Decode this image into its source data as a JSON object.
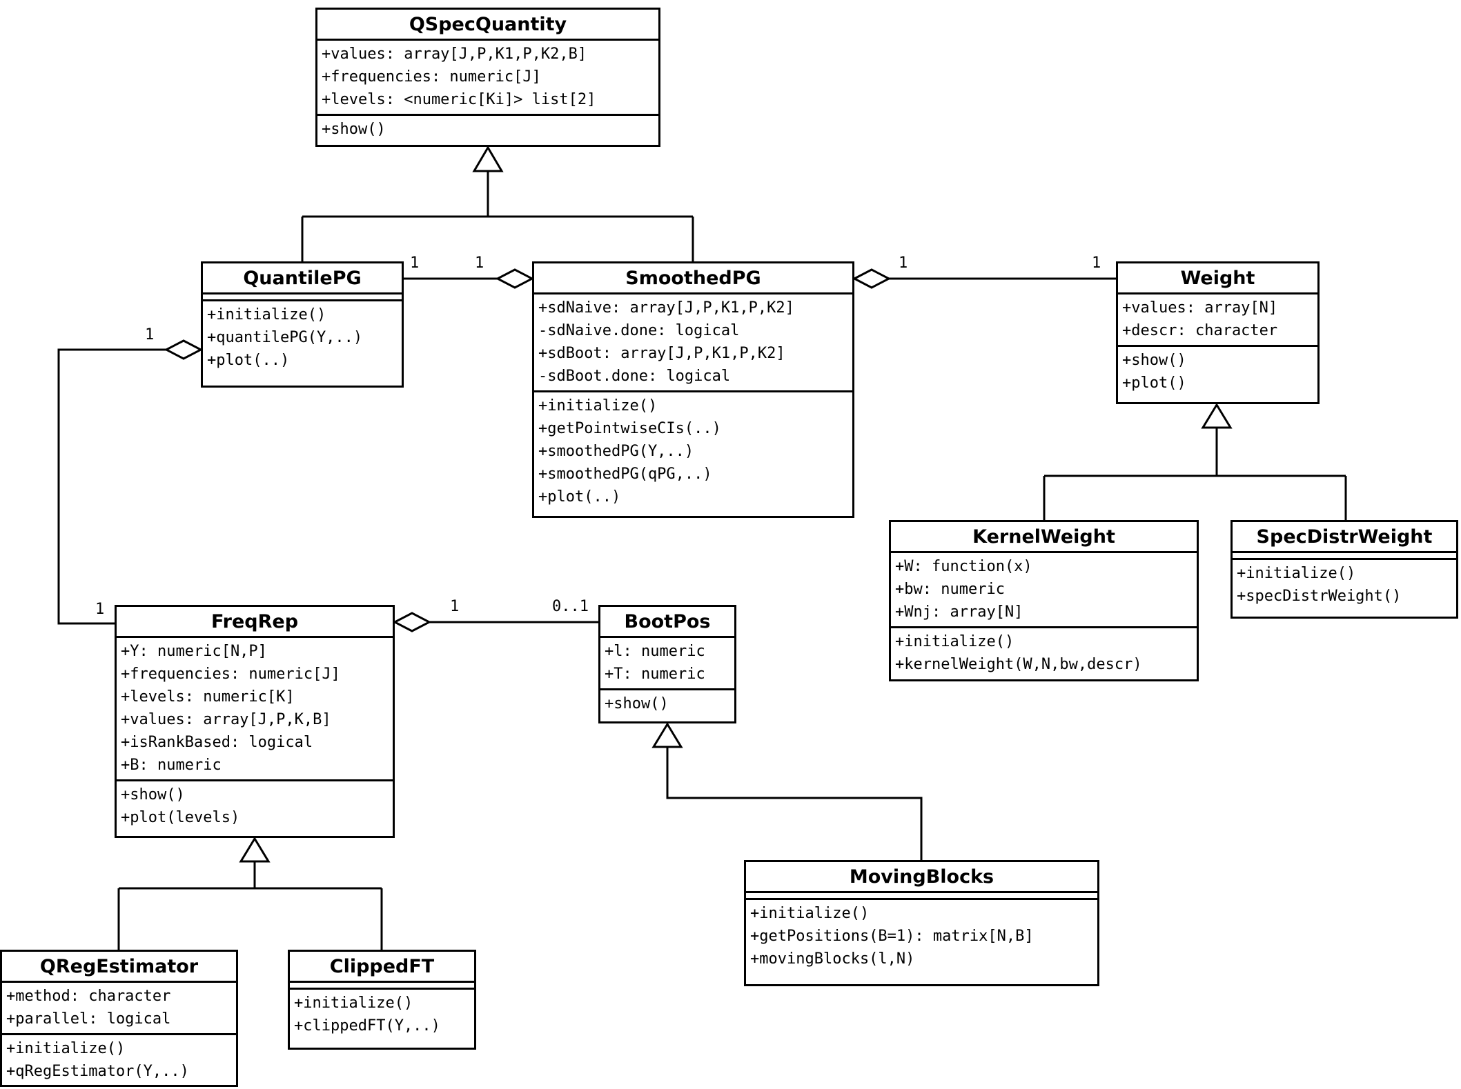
{
  "diagram": {
    "type": "uml-class-diagram",
    "line_color": "#000000",
    "background": "#ffffff"
  },
  "classes": {
    "qspecquantity": {
      "name": "QSpecQuantity",
      "attributes": [
        "+values: array[J,P,K1,P,K2,B]",
        "+frequencies: numeric[J]",
        "+levels: <numeric[Ki]> list[2]"
      ],
      "methods": [
        "+show()"
      ]
    },
    "quantilepg": {
      "name": "QuantilePG",
      "attributes": [],
      "methods": [
        "+initialize()",
        "+quantilePG(Y,..)",
        "+plot(..)"
      ]
    },
    "smoothedpg": {
      "name": "SmoothedPG",
      "attributes": [
        "+sdNaive: array[J,P,K1,P,K2]",
        "-sdNaive.done: logical",
        "+sdBoot: array[J,P,K1,P,K2]",
        "-sdBoot.done: logical"
      ],
      "methods": [
        "+initialize()",
        "+getPointwiseCIs(..)",
        "+smoothedPG(Y,..)",
        "+smoothedPG(qPG,..)",
        "+plot(..)"
      ]
    },
    "weight": {
      "name": "Weight",
      "attributes": [
        "+values: array[N]",
        "+descr: character"
      ],
      "methods": [
        "+show()",
        "+plot()"
      ]
    },
    "kernelweight": {
      "name": "KernelWeight",
      "attributes": [
        "+W: function(x)",
        "+bw: numeric",
        "+Wnj: array[N]"
      ],
      "methods": [
        "+initialize()",
        "+kernelWeight(W,N,bw,descr)"
      ]
    },
    "specdistrweight": {
      "name": "SpecDistrWeight",
      "attributes": [],
      "methods": [
        "+initialize()",
        "+specDistrWeight()"
      ]
    },
    "freqrep": {
      "name": "FreqRep",
      "attributes": [
        "+Y: numeric[N,P]",
        "+frequencies: numeric[J]",
        "+levels: numeric[K]",
        "+values: array[J,P,K,B]",
        "+isRankBased: logical",
        "+B: numeric"
      ],
      "methods": [
        "+show()",
        "+plot(levels)"
      ]
    },
    "bootpos": {
      "name": "BootPos",
      "attributes": [
        "+l: numeric",
        "+T: numeric"
      ],
      "methods": [
        "+show()"
      ]
    },
    "movingblocks": {
      "name": "MovingBlocks",
      "attributes": [],
      "methods": [
        "+initialize()",
        "+getPositions(B=1): matrix[N,B]",
        "+movingBlocks(l,N)"
      ]
    },
    "qregestimator": {
      "name": "QRegEstimator",
      "attributes": [
        "+method: character",
        "+parallel: logical"
      ],
      "methods": [
        "+initialize()",
        "+qRegEstimator(Y,..)"
      ]
    },
    "clippedft": {
      "name": "ClippedFT",
      "attributes": [],
      "methods": [
        "+initialize()",
        "+clippedFT(Y,..)"
      ]
    }
  },
  "multiplicities": {
    "quantilepg_smoothedpg_left": "1",
    "quantilepg_smoothedpg_right": "1",
    "smoothedpg_weight_left": "1",
    "smoothedpg_weight_right": "1",
    "quantilepg_freqrep_top": "1",
    "quantilepg_freqrep_bottom": "1",
    "freqrep_bootpos_left": "1",
    "freqrep_bootpos_right": "0..1"
  }
}
